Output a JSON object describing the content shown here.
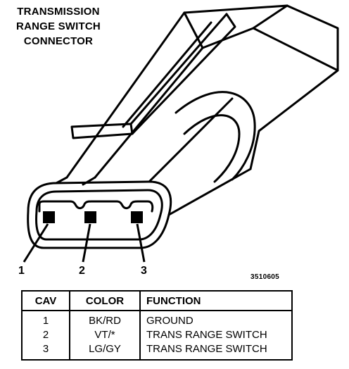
{
  "title": {
    "line1": "TRANSMISSION",
    "line2": "RANGE SWITCH",
    "line3": "CONNECTOR"
  },
  "pins": [
    "1",
    "2",
    "3"
  ],
  "figure_id": "3510605",
  "table": {
    "headers": [
      "CAV",
      "COLOR",
      "FUNCTION"
    ],
    "rows": [
      {
        "cav": "1",
        "color": "BK/RD",
        "function": "GROUND"
      },
      {
        "cav": "2",
        "color": "VT/*",
        "function": "TRANS RANGE SWITCH"
      },
      {
        "cav": "3",
        "color": "LG/GY",
        "function": "TRANS RANGE SWITCH"
      }
    ]
  }
}
